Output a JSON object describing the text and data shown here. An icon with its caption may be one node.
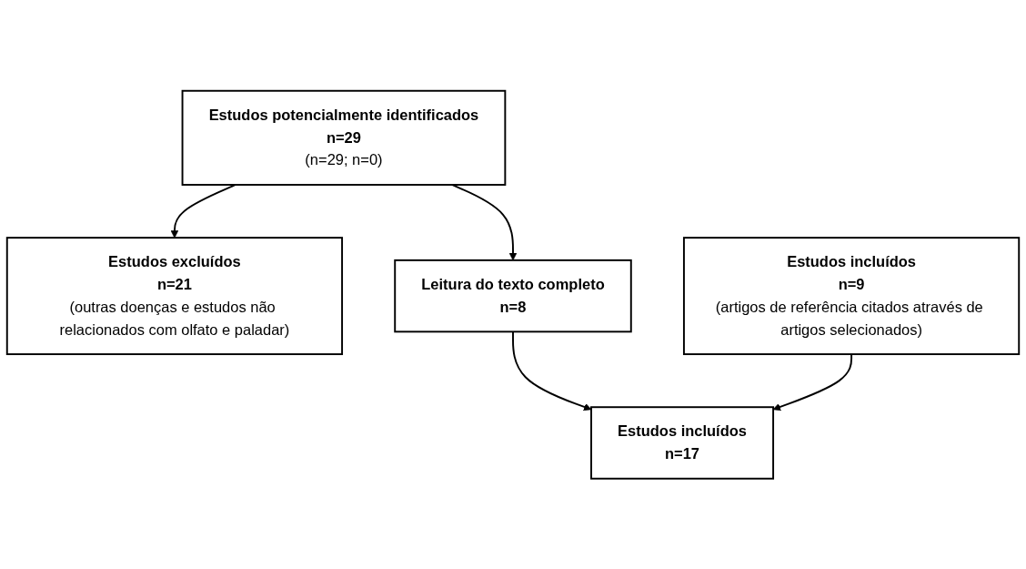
{
  "diagram": {
    "nodes": [
      {
        "text": [
          "Estudos potencialmente identificados",
          "n=29",
          "(n=29; n=0)"
        ]
      },
      {
        "text": [
          "Estudos excluídos",
          "n=21",
          "(outras doenças e estudos não relacionados com olfato e paladar)"
        ]
      },
      {
        "text": [
          "Leitura do texto completo",
          "n=8"
        ]
      },
      {
        "text": [
          "Estudos incluídos",
          "n=9",
          "(artigos de referência citados através de artigos selecionados)"
        ]
      },
      {
        "text": [
          "Estudos incluídos",
          "n=17"
        ]
      }
    ],
    "edges": [
      {
        "from": 0,
        "to": 2,
        "arrow": "to"
      },
      {
        "from": 0,
        "to": 1,
        "arrow": "to"
      },
      {
        "from": 2,
        "to": 4,
        "arrow": "to"
      },
      {
        "from": 3,
        "to": 4,
        "arrow": "to"
      }
    ]
  }
}
